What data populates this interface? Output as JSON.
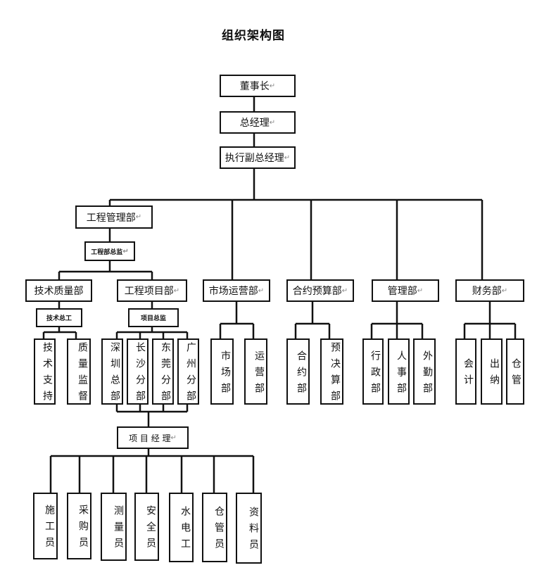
{
  "title": "组织架构图",
  "return_mark": "↵",
  "nodes": {
    "chairman": "董事长",
    "general_manager": "总经理",
    "exec_deputy_gm": "执行副总经理",
    "engineering_mgmt_dept": "工程管理部",
    "engineering_director": "工程部总监",
    "tech_quality_dept": "技术质量部",
    "chief_engineer": "技术总工",
    "engineering_project_dept": "工程项目部",
    "project_director": "项目总监",
    "tech_support": "技术支持",
    "quality_supervision": "质量监督",
    "shenzhen_hq": "深圳总部",
    "changsha_branch": "长沙分部",
    "dongguan_branch": "东莞分部",
    "guangzhou_branch": "广州分部",
    "project_manager": "项 目 经 理",
    "construction_staff": "施工员",
    "purchaser": "采购员",
    "surveyor": "测量员",
    "safety_officer": "安全员",
    "plumber_electrician": "水电工",
    "warehouse_keeper": "仓管员",
    "document_clerk": "资料员",
    "marketing_ops_dept": "市场运营部",
    "market_dept": "市场部",
    "operations_dept": "运营部",
    "contract_budget_dept": "合约预算部",
    "contract_dept": "合约部",
    "budget_dept": "预决算部",
    "management_dept": "管理部",
    "admin_dept": "行政部",
    "hr_dept": "人事部",
    "field_dept": "外勤部",
    "finance_dept": "财务部",
    "accounting": "会计",
    "cashier": "出纳",
    "warehouse": "仓管"
  }
}
